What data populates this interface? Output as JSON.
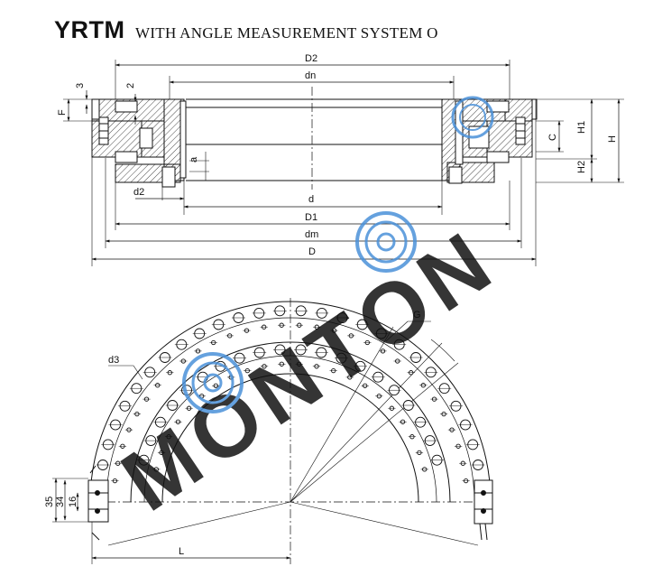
{
  "title": {
    "series": "YRTM",
    "subtitle": "WITH ANGLE MEASUREMENT SYSTEM O"
  },
  "section_view": {
    "labels": {
      "D2": "D2",
      "dn": "dn",
      "d": "d",
      "D1": "D1",
      "dm": "dm",
      "D": "D",
      "d2": "d2",
      "a": "a",
      "F": "F",
      "dim3": "3",
      "dim2": "2",
      "C": "C",
      "H1": "H1",
      "H": "H",
      "H2": "H2"
    }
  },
  "plan_view": {
    "labels": {
      "G": "G",
      "d3": "d3",
      "L": "L",
      "dim35": "35",
      "dim34": "34",
      "dim16": "16"
    }
  },
  "watermark": {
    "text": "MONTON",
    "color": "#4a90d9"
  },
  "colors": {
    "line": "#111111",
    "hatch": "#333333",
    "watermark": "#4a90d9"
  }
}
